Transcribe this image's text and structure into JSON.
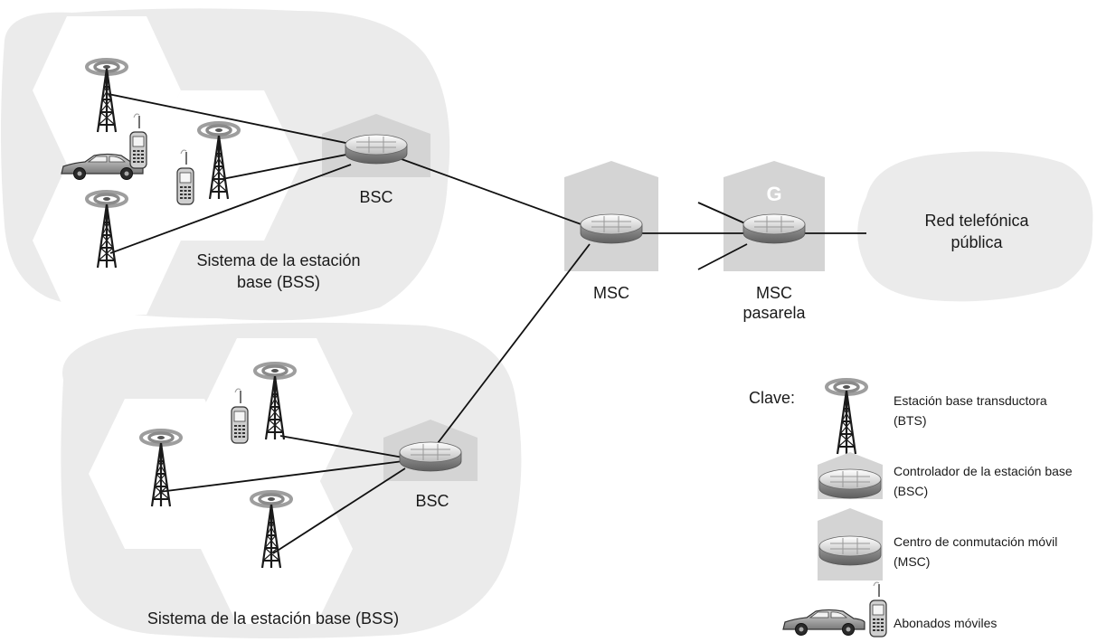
{
  "nodes": {
    "bsc_top_label": "BSC",
    "bsc_bottom_label": "BSC",
    "msc_label": "MSC",
    "gateway_letter": "G",
    "gateway_label_line1": "MSC",
    "gateway_label_line2": "pasarela"
  },
  "areas": {
    "bss_top_line1": "Sistema de la estación",
    "bss_top_line2": "base (BSS)",
    "bss_bottom": "Sistema de la estación base (BSS)",
    "pstn_line1": "Red telefónica",
    "pstn_line2": "pública"
  },
  "key": {
    "title": "Clave:",
    "bts_line1": "Estación base transductora",
    "bts_line2": "(BTS)",
    "bsc_line1": "Controlador de la estación base",
    "bsc_line2": "(BSC)",
    "msc_line1": "Centro de conmutación móvil",
    "msc_line2": "(MSC)",
    "subscribers": "Abonados móviles"
  },
  "colors": {
    "cloud": "#ebebeb",
    "hexagon": "#ffffff",
    "building": "#d4d4d4",
    "line": "#111111"
  }
}
